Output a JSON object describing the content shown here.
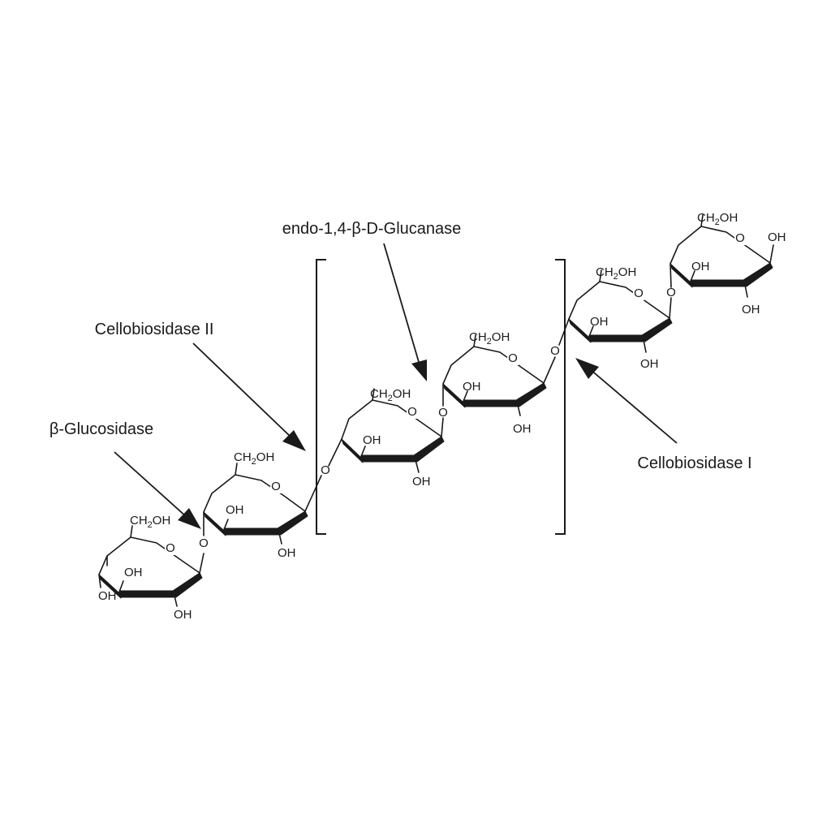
{
  "enzymes": {
    "endoglucanase": "endo-1,4-β-D-Glucanase",
    "cellobiosidase_2": "Cellobiosidase II",
    "beta_glucosidase": "β-Glucosidase",
    "cellobiosidase_1": "Cellobiosidase I"
  },
  "atoms": {
    "ring_oxygen": "O",
    "hydroxyl": "OH",
    "ch2oh_prefix": "CH",
    "ch2oh_subscript": "2",
    "ch2oh_suffix": "OH",
    "glycosidic_oxygen": "O"
  }
}
